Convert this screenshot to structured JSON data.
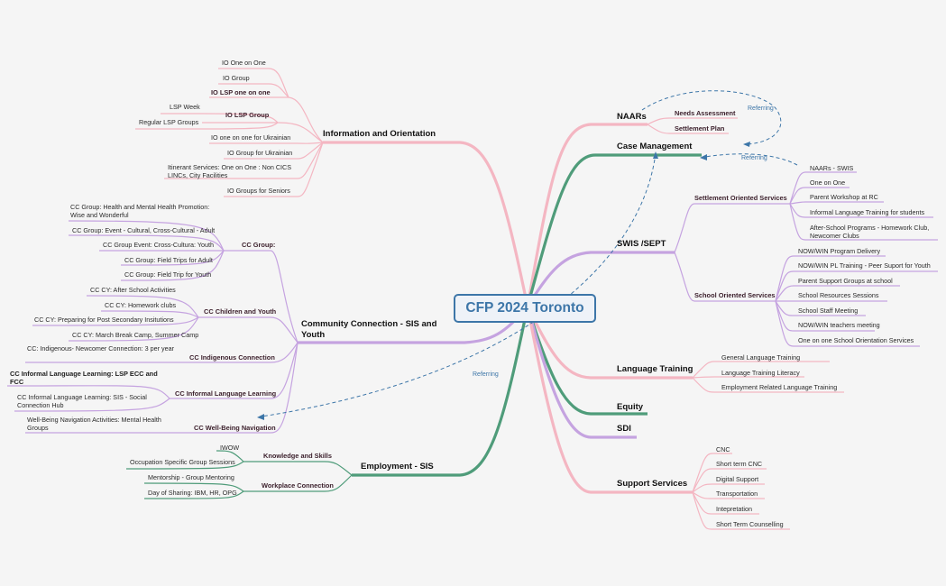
{
  "center": {
    "label": "CFP 2024 Toronto"
  },
  "colors": {
    "pink": "#f4b6c2",
    "purple": "#c5a3e0",
    "green": "#4f9c7a",
    "blue": "#3d76a8"
  },
  "left": {
    "info": {
      "label": "Information and Orientation",
      "items": [
        "IO One on One",
        "IO Group",
        "IO LSP one on one",
        "IO LSP Group",
        "LSP Week",
        "Regular LSP Groups",
        "IO one on one for Ukrainian",
        "IO Group for Ukrainian",
        "Itinerant Services: One on One : Non CICS LINCs, City Facilities",
        "IO Groups for Seniors"
      ]
    },
    "cc": {
      "label": "Community Connection - SIS and Youth",
      "group_label": "CC Group:",
      "group_items": [
        "CC Group: Health and Mental Health Promotion: Wise and Wonderful",
        "CC Group: Event - Cultural, Cross-Cultural - Adult",
        "CC Group Event: Cross-Cultura: Youth",
        "CC Group: Field Trips for Adult",
        "CC Group: Field Trip for Youth"
      ],
      "cy_label": "CC Children and Youth",
      "cy_items": [
        "CC CY: After School Activities",
        "CC CY: Homework clubs",
        "CC CY: Preparing for Post Secondary Insitutions",
        "CC CY: March Break Camp, Summer Camp"
      ],
      "indig_label": "CC Indigenous Connection",
      "indig_items": [
        "CC: Indigenous- Newcomer Connection: 3 per year"
      ],
      "ill_label": "CC Informal Language Learning",
      "ill_items": [
        "CC Informal Language Learning: LSP ECC and FCC",
        "CC Informal Language Learning: SIS - Social Connection Hub"
      ],
      "wb_label": "CC Well-Being Navigation",
      "wb_items": [
        "Well-Being Navigation Activities: Mental Health Groups"
      ]
    },
    "emp": {
      "label": "Employment - SIS",
      "ks_label": "Knowledge and Skills",
      "ks_items": [
        "IWOW",
        "Occupation Specific Group Sessions"
      ],
      "wc_label": "Workplace Connection",
      "wc_items": [
        "Mentorship - Group Mentoring",
        "Day of Sharing: IBM, HR, OPG"
      ]
    }
  },
  "right": {
    "naars": {
      "label": "NAARs",
      "items": [
        "Needs Assessment",
        "Settlement Plan"
      ]
    },
    "case": {
      "label": "Case Management"
    },
    "swis": {
      "label": "SWIS /SEPT",
      "so_label": "Settlement Oriented Services",
      "so_items": [
        "NAARs - SWIS",
        "One on One",
        "Parent Workshop at RC",
        "Informal Language Training for students",
        "After-School Programs - Homework Club, Newcomer Clubs"
      ],
      "sch_label": "School Oriented Services",
      "sch_items": [
        "NOW/WIN Program Delivery",
        "NOW/WIN PL Training - Peer Suport for Youth",
        "Parent Support Groups at school",
        "School Resources Sessions",
        "School Staff Meeting",
        "NOW/WIN teachers meeting",
        "One on one School Orientation Services"
      ]
    },
    "lang": {
      "label": "Language Training",
      "items": [
        "General Language Training",
        "Language Training Literacy",
        "Employment Related Language Training"
      ]
    },
    "equity": {
      "label": "Equity"
    },
    "sdi": {
      "label": "SDI"
    },
    "support": {
      "label": "Support Services",
      "items": [
        "CNC",
        "Short term CNC",
        "Digital Support",
        "Transportation",
        "Intepretation",
        "Short Term Counselling"
      ]
    }
  },
  "referrals": [
    "Referring",
    "Referring",
    "Referring"
  ]
}
